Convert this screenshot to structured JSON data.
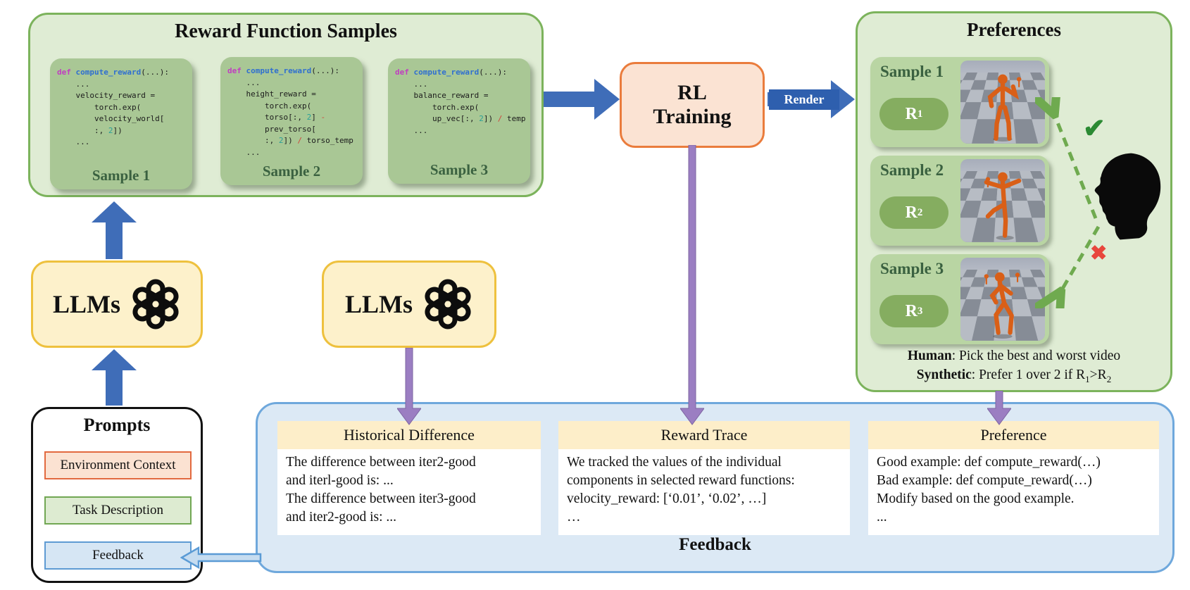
{
  "colors": {
    "accent_blue": "#3f6db8",
    "render_blue": "#2e5fae",
    "accent_purple": "#9b7ec2",
    "green_border": "#7cb35c",
    "green_fill": "#dfecd4",
    "card_green": "#a9c795",
    "pill_green": "#85ad60",
    "cream_fill": "#fdf1cb",
    "cream_border": "#eec13e",
    "peach_fill": "#fbe3d3",
    "peach_border": "#ea7c3c",
    "blue_panel_fill": "#dce9f5",
    "blue_panel_border": "#6fa8dc",
    "header_yellow": "#fdeec9",
    "check_green": "#2b8a33",
    "cross_red": "#e8463c"
  },
  "icons": {
    "check": "✔",
    "cross": "✖"
  },
  "reward_samples": {
    "title": "Reward Function Samples",
    "samples": [
      {
        "label": "Sample 1",
        "code": [
          [
            {
              "t": "def ",
              "c": "kw"
            },
            {
              "t": "compute_reward",
              "c": "fn"
            },
            {
              "t": "(...):",
              "c": "pl"
            }
          ],
          [
            {
              "t": "    ...",
              "c": "pl"
            }
          ],
          [
            {
              "t": "    velocity_reward =",
              "c": "pl"
            }
          ],
          [
            {
              "t": "        torch.exp(",
              "c": "pl"
            }
          ],
          [
            {
              "t": "        velocity_world[",
              "c": "pl"
            }
          ],
          [
            {
              "t": "        :, ",
              "c": "pl"
            },
            {
              "t": "2",
              "c": "num"
            },
            {
              "t": "])",
              "c": "pl"
            }
          ],
          [
            {
              "t": "    ...",
              "c": "pl"
            }
          ]
        ]
      },
      {
        "label": "Sample 2",
        "code": [
          [
            {
              "t": "def ",
              "c": "kw"
            },
            {
              "t": "compute_reward",
              "c": "fn"
            },
            {
              "t": "(...):",
              "c": "pl"
            }
          ],
          [
            {
              "t": "    ...",
              "c": "pl"
            }
          ],
          [
            {
              "t": "    height_reward =",
              "c": "pl"
            }
          ],
          [
            {
              "t": "        torch.exp(",
              "c": "pl"
            }
          ],
          [
            {
              "t": "        torso[:, ",
              "c": "pl"
            },
            {
              "t": "2",
              "c": "num"
            },
            {
              "t": "] ",
              "c": "pl"
            },
            {
              "t": "-",
              "c": "op"
            }
          ],
          [
            {
              "t": "        prev_torso[",
              "c": "pl"
            }
          ],
          [
            {
              "t": "        :, ",
              "c": "pl"
            },
            {
              "t": "2",
              "c": "num"
            },
            {
              "t": "]) ",
              "c": "pl"
            },
            {
              "t": "/",
              "c": "op"
            },
            {
              "t": " torso_temp",
              "c": "pl"
            }
          ],
          [
            {
              "t": "    ...",
              "c": "pl"
            }
          ]
        ]
      },
      {
        "label": "Sample 3",
        "code": [
          [
            {
              "t": "def ",
              "c": "kw"
            },
            {
              "t": "compute_reward",
              "c": "fn"
            },
            {
              "t": "(...):",
              "c": "pl"
            }
          ],
          [
            {
              "t": "    ...",
              "c": "pl"
            }
          ],
          [
            {
              "t": "    balance_reward =",
              "c": "pl"
            }
          ],
          [
            {
              "t": "        torch.exp(",
              "c": "pl"
            }
          ],
          [
            {
              "t": "        up_vec[:, ",
              "c": "pl"
            },
            {
              "t": "2",
              "c": "num"
            },
            {
              "t": "]) ",
              "c": "pl"
            },
            {
              "t": "/",
              "c": "op"
            },
            {
              "t": " temp",
              "c": "pl"
            }
          ],
          [
            {
              "t": "    ...",
              "c": "pl"
            }
          ]
        ]
      }
    ]
  },
  "rl_training": {
    "line1": "RL",
    "line2": "Training"
  },
  "render_label": "Render",
  "llm_label": "LLMs",
  "preferences": {
    "title": "Preferences",
    "rows": [
      {
        "label": "Sample 1",
        "badge": "R",
        "badge_sub": "1"
      },
      {
        "label": "Sample 2",
        "badge": "R",
        "badge_sub": "2"
      },
      {
        "label": "Sample 3",
        "badge": "R",
        "badge_sub": "3"
      }
    ],
    "note_human_label": "Human",
    "note_human_text": ": Pick the best and worst video",
    "note_syn_label": "Synthetic",
    "note_syn_text": ": Prefer 1 over 2 if R",
    "note_syn_sub1": "1",
    "note_syn_mid": ">R",
    "note_syn_sub2": "2"
  },
  "prompts": {
    "title": "Prompts",
    "items": [
      {
        "label": "Environment Context"
      },
      {
        "label": "Task Description"
      },
      {
        "label": "Feedback"
      }
    ]
  },
  "feedback_panel": {
    "title": "Feedback",
    "cards": [
      {
        "title": "Historical Difference",
        "body": "The difference between iter2-good\nand iterl-good is: ...\nThe difference between iter3-good\nand iter2-good is: ..."
      },
      {
        "title": "Reward Trace",
        "body": "We tracked the values of the individual\ncomponents in selected reward functions:\nvelocity_reward: [‘0.01’, ‘0.02’, …]\n…"
      },
      {
        "title": "Preference",
        "body": "Good example: def compute_reward(…)\nBad example: def compute_reward(…)\nModify based on the good example.\n..."
      }
    ]
  }
}
